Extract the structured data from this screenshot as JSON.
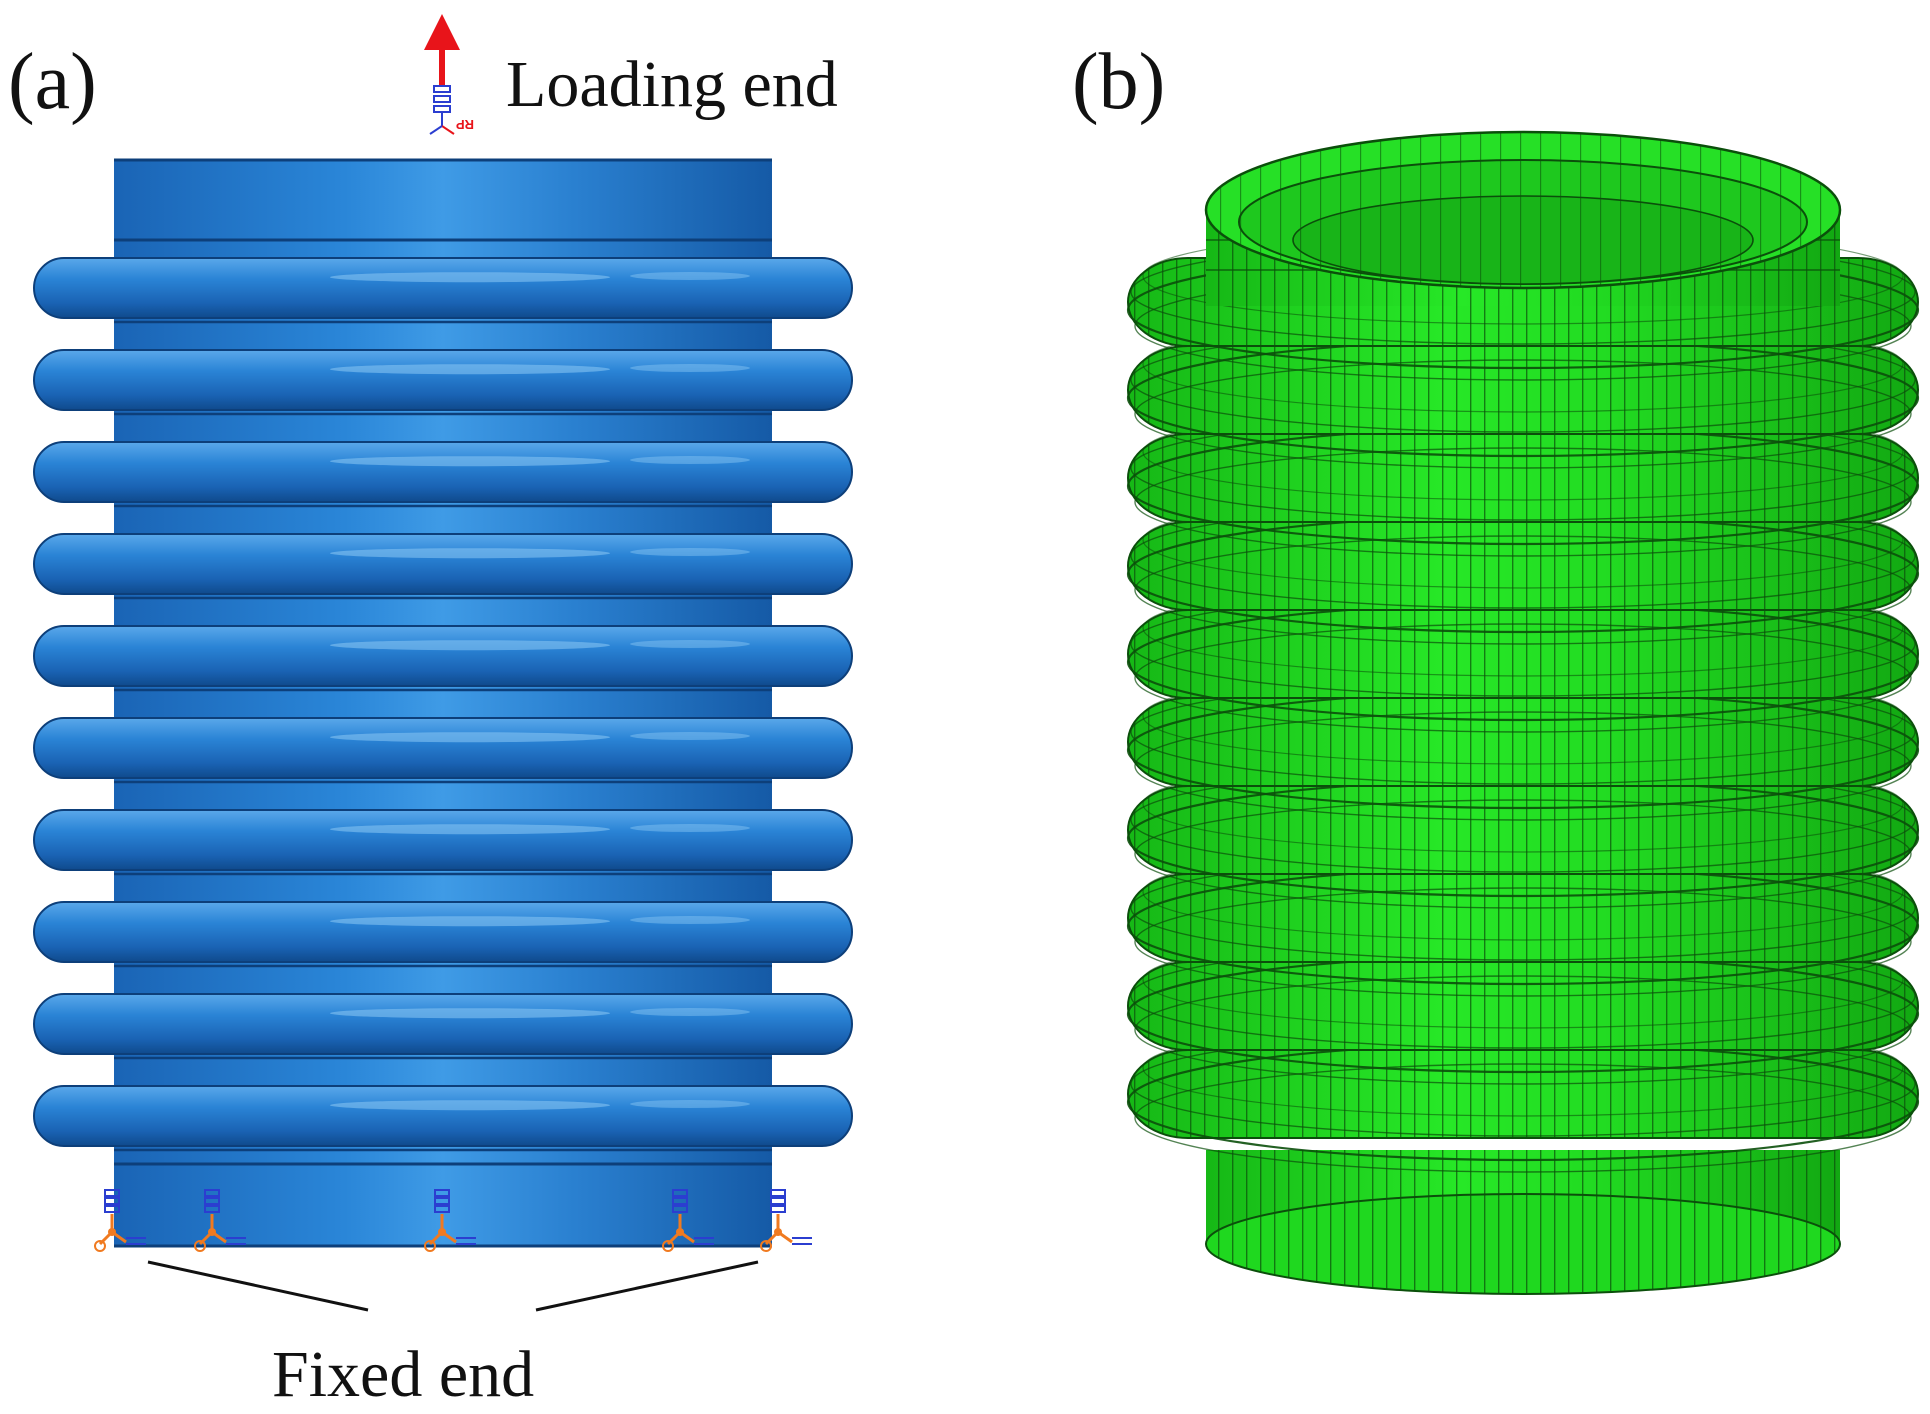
{
  "panels": {
    "a": {
      "label": "(a)"
    },
    "b": {
      "label": "(b)"
    }
  },
  "annotations": {
    "loading_end": "Loading end",
    "fixed_end": "Fixed end",
    "rp_marker": "RP"
  },
  "bellows": {
    "convolutions": 10
  },
  "colors": {
    "geometry_blue": "#1f73c6",
    "mesh_green": "#1fe41f",
    "load_arrow": "#e8141a",
    "bc_orange": "#f07a20",
    "bc_blue": "#2b3ed0"
  },
  "icons": {
    "load_arrow": "arrow-up-icon",
    "reference_point": "reference-point-icon",
    "fixed_support": "fixed-support-icon"
  }
}
